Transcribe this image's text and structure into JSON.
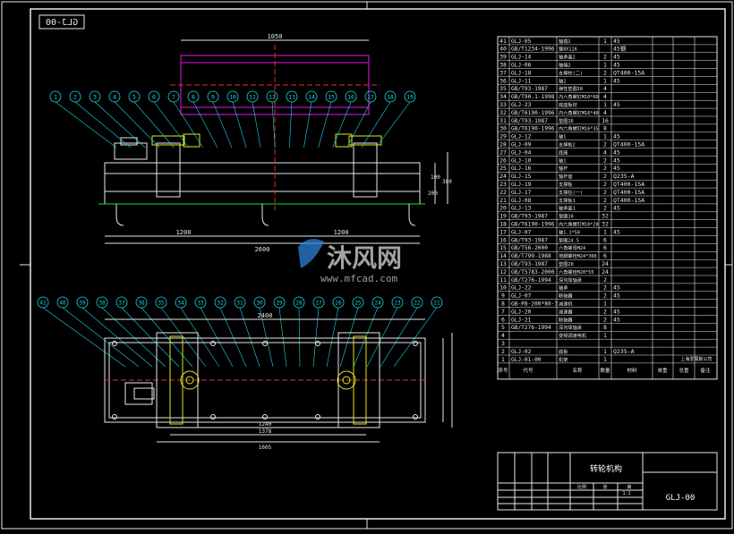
{
  "drawing_code_mirrored": "GLJ-00",
  "title_block": {
    "title": "转轮机构",
    "company": "上海爱展斯公司",
    "drawing_code": "GLJ-00",
    "scale": "1:1",
    "revision_labels": [
      "比例",
      "张",
      "第"
    ],
    "header_cols": [
      "序号",
      "代号",
      "名称",
      "数量",
      "材料",
      "单重",
      "总重",
      "备注"
    ]
  },
  "bom_rows": [
    [
      "41",
      "GLJ-05",
      "轴端1",
      "1",
      "45"
    ],
    [
      "40",
      "GB/T1234-1996",
      "键8X12A",
      "",
      "45钢"
    ],
    [
      "39",
      "GLJ-14",
      "轴承盖2",
      "2",
      "45"
    ],
    [
      "38",
      "GLJ-06",
      "轴端2",
      "1",
      "45"
    ],
    [
      "37",
      "GLJ-18",
      "支撑柱(二)",
      "2",
      "QT400-15A"
    ],
    [
      "36",
      "GLJ-11",
      "轴2",
      "1",
      "45"
    ],
    [
      "35",
      "GB/T93-1987",
      "弹性垫圈10",
      "4",
      ""
    ],
    [
      "34",
      "GB/T90.1-1998",
      "内六角螺钉M10*60",
      "4",
      ""
    ],
    [
      "33",
      "GLJ-23",
      "底座板材",
      "1",
      "45"
    ],
    [
      "32",
      "GB/T6190-1996",
      "内六角螺钉M16*40",
      "4",
      ""
    ],
    [
      "31",
      "GB/T93-1987",
      "垫圈16",
      "16",
      ""
    ],
    [
      "30",
      "GB/T6190-1996",
      "内六角螺钉M16*35",
      "8",
      ""
    ],
    [
      "29",
      "GLJ-12",
      "轴1",
      "1",
      "45"
    ],
    [
      "28",
      "GLJ-09",
      "支撑板2",
      "2",
      "QT400-15A"
    ],
    [
      "27",
      "GLJ-04",
      "底座",
      "4",
      "45"
    ],
    [
      "26",
      "GLJ-10",
      "轴1",
      "2",
      "45"
    ],
    [
      "25",
      "GLJ-16",
      "轴杆",
      "2",
      "45"
    ],
    [
      "24",
      "GLJ-15",
      "轴杆座",
      "2",
      "Q235-A"
    ],
    [
      "23",
      "GLJ-19",
      "支撑板",
      "2",
      "QT400-15A"
    ],
    [
      "22",
      "GLJ-17",
      "支撑柱(一)",
      "2",
      "QT400-15A"
    ],
    [
      "21",
      "GLJ-08",
      "支撑板1",
      "2",
      "QT400-15A"
    ],
    [
      "20",
      "GLJ-13",
      "轴承盖1",
      "2",
      "45"
    ],
    [
      "19",
      "GB/T93-1987",
      "垫圈10",
      "32",
      ""
    ],
    [
      "18",
      "GB/T6190-1996",
      "内六角螺钉M10*20",
      "32",
      ""
    ],
    [
      "17",
      "GLJ-07",
      "轴1.1*50",
      "1",
      "45"
    ],
    [
      "16",
      "GB/T93-1987",
      "垫圈24.5",
      "6",
      ""
    ],
    [
      "15",
      "GB/T56-2000",
      "六角螺母M24",
      "6",
      ""
    ],
    [
      "14",
      "GB/T799-1988",
      "地脚螺栓M24*300",
      "6",
      ""
    ],
    [
      "13",
      "GB/T93-1987",
      "垫圈20",
      "24",
      ""
    ],
    [
      "12",
      "GB/T5783-2000",
      "六角螺栓M20*55",
      "24",
      ""
    ],
    [
      "11",
      "GB/T276-1994",
      "深沟球轴承",
      "2",
      ""
    ],
    [
      "10",
      "GLJ-22",
      "轴承",
      "2",
      "45"
    ],
    [
      "9",
      "GLJ-07",
      "联轴器",
      "2",
      "45"
    ],
    [
      "8",
      "GB-P8-200*80-3",
      "减速机",
      "1",
      ""
    ],
    [
      "7",
      "GLJ-20",
      "减速器",
      "2",
      "45"
    ],
    [
      "6",
      "GLJ-21",
      "联轴器",
      "2",
      "45"
    ],
    [
      "5",
      "GB/T276-1994",
      "深沟球轴承",
      "8",
      ""
    ],
    [
      "4",
      "",
      "变频调速电机",
      "1",
      ""
    ],
    [
      "3",
      "",
      "",
      "",
      ""
    ],
    [
      "2",
      "GLJ-02",
      "底板",
      "1",
      "Q235-A"
    ],
    [
      "1",
      "GLJ-01-00",
      "机架",
      "1",
      ""
    ]
  ],
  "dimensions": {
    "top_span": "1050",
    "left_span": "1200",
    "right_span": "1200",
    "overall": "2600",
    "plan_span": "2400",
    "plan_mid": "1240",
    "plan_a": "1378",
    "plan_b": "1605",
    "h1": "100",
    "h2": "200",
    "h3": "380"
  },
  "balloons_top": [
    "1",
    "2",
    "3",
    "4",
    "5",
    "6",
    "7",
    "8",
    "9",
    "10",
    "11",
    "12",
    "13",
    "14",
    "15",
    "16",
    "17",
    "18",
    "19"
  ],
  "balloons_plan": [
    "41",
    "40",
    "39",
    "38",
    "37",
    "36",
    "35",
    "34",
    "33",
    "32",
    "31",
    "30",
    "29",
    "28",
    "27",
    "26",
    "25",
    "24",
    "23",
    "22",
    "21"
  ],
  "watermark": {
    "name": "沐风网",
    "url": "www.mfcad.com"
  }
}
